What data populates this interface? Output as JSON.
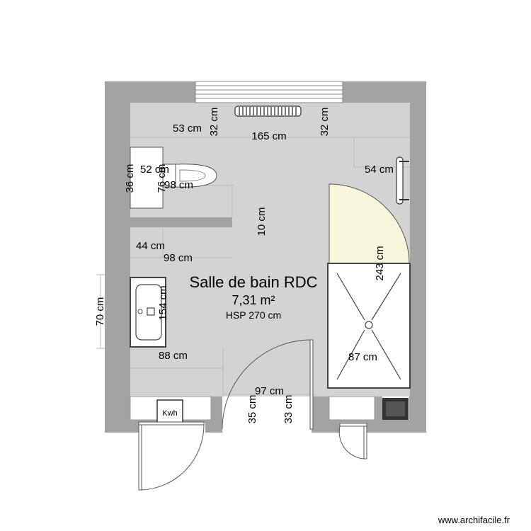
{
  "room": {
    "name": "Salle de bain RDC",
    "area": "7,31 m²",
    "height": "HSP 270 cm"
  },
  "dimensions": {
    "d53": "53 cm",
    "d32a": "32 cm",
    "d165": "165 cm",
    "d32b": "32 cm",
    "d52": "52 cm",
    "d36": "36 cm",
    "d76": "76 cm",
    "d98a": "98 cm",
    "d54": "54 cm",
    "d10": "10 cm",
    "d44": "44 cm",
    "d98b": "98 cm",
    "d243": "243 cm",
    "d70": "70 cm",
    "d154": "154 cm",
    "d88": "88 cm",
    "d87": "87 cm",
    "d97": "97 cm",
    "d35": "35 cm",
    "d33": "33 cm"
  },
  "fixtures": {
    "meter_label": "Kwh"
  },
  "watermark": "www.archifacile.fr",
  "colors": {
    "wall": "#a3a3a3",
    "floor": "#d3d3d3",
    "white": "#ffffff",
    "door_leaf": "#f7f7dc",
    "outline": "#444444"
  }
}
